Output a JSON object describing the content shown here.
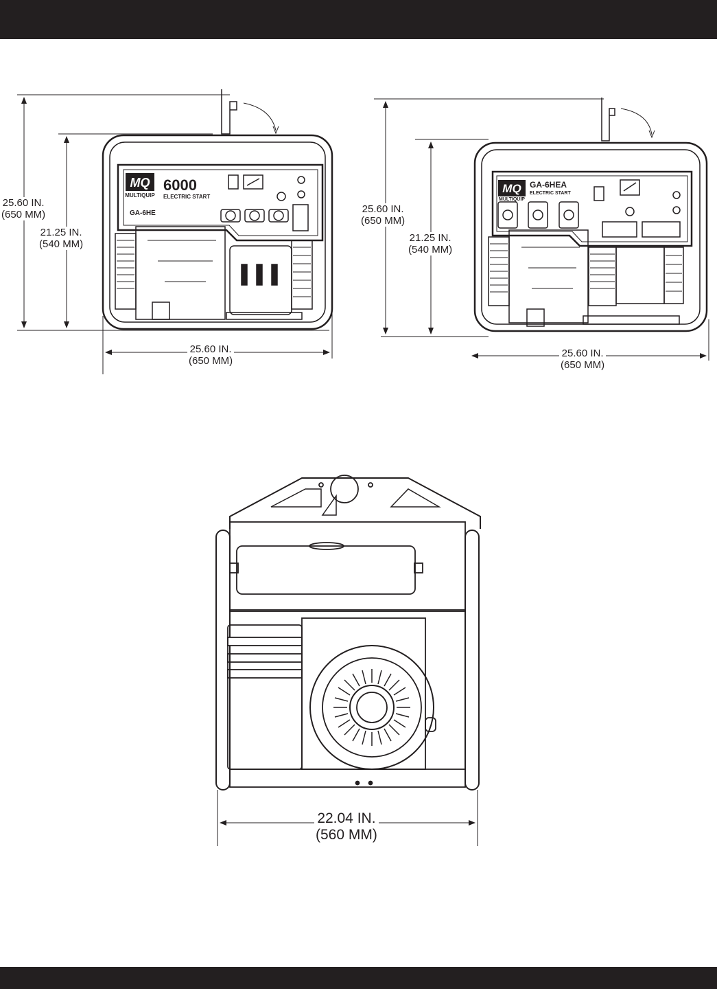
{
  "gen_left": {
    "brand_badge": "MQ",
    "brand_name": "MULTIQUIP",
    "model_number": "6000",
    "start_type": "ELECTRIC START",
    "model_code": "GA-6HE",
    "dim_height_total": {
      "in": "25.60 IN.",
      "mm": "(650 MM)"
    },
    "dim_height_frame": {
      "in": "21.25 IN.",
      "mm": "(540 MM)"
    },
    "dim_width": {
      "in": "25.60 IN.",
      "mm": "(650 MM)"
    }
  },
  "gen_right": {
    "brand_badge": "MQ",
    "brand_name": "MULTIQUIP",
    "model_code": "GA-6HEA",
    "start_type": "ELECTRIC START",
    "dim_height_total": {
      "in": "25.60 IN.",
      "mm": "(650 MM)"
    },
    "dim_height_frame": {
      "in": "21.25 IN.",
      "mm": "(540 MM)"
    },
    "dim_width": {
      "in": "25.60 IN.",
      "mm": "(650 MM)"
    }
  },
  "gen_side": {
    "dim_width": {
      "in": "22.04 IN.",
      "mm": "(560 MM)"
    }
  }
}
